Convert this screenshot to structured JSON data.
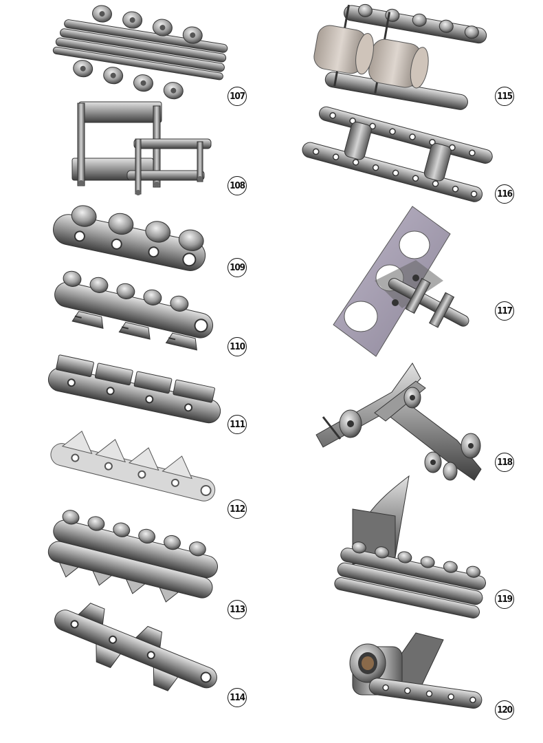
{
  "colors": {
    "steel_light": "#c9c9c9",
    "steel_mid": "#8d8d8d",
    "steel_dark": "#4a4a4a",
    "roller_tan": "#cfc4ba",
    "plate_purple": "#a8a1b4"
  },
  "catalog": {
    "left_column": [
      {
        "number": "107",
        "icon": "triple-strand-attachment-chain"
      },
      {
        "number": "108",
        "icon": "box-link-conveyor-chain"
      },
      {
        "number": "109",
        "icon": "hollow-pin-roller-chain"
      },
      {
        "number": "110",
        "icon": "extended-pin-attachment-chain"
      },
      {
        "number": "111",
        "icon": "flat-top-block-chain"
      },
      {
        "number": "112",
        "icon": "triangular-top-plate-chain"
      },
      {
        "number": "113",
        "icon": "double-triangular-top-plate-chain"
      },
      {
        "number": "114",
        "icon": "bent-attachment-chain"
      }
    ],
    "right_column": [
      {
        "number": "115",
        "icon": "large-roller-chain"
      },
      {
        "number": "116",
        "icon": "double-strand-roller-chain"
      },
      {
        "number": "117",
        "icon": "perforated-plate-attachment-chain"
      },
      {
        "number": "118",
        "icon": "trolley-wheel-conveyor-chain"
      },
      {
        "number": "119",
        "icon": "wedge-attachment-duplex-chain"
      },
      {
        "number": "120",
        "icon": "threaded-boss-attachment-chain"
      }
    ]
  }
}
